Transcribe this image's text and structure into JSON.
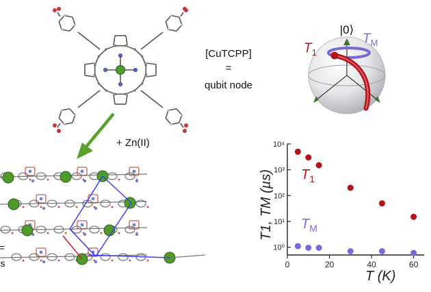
{
  "labels": {
    "compound": "[CuTCPP]",
    "equals": "=",
    "qubit_node": "qubit node",
    "reagent": "+ Zn(II)",
    "left_partial_equals": "=",
    "left_partial_s": "s"
  },
  "sphere": {
    "state_label": "|0⟩",
    "t1_symbol": "T",
    "t1_sub": "1",
    "tm_symbol": "T",
    "tm_sub": "M"
  },
  "colors": {
    "t1": "#b3141c",
    "tm": "#7b68d6",
    "arrow": "#5aa12b",
    "metal": "#4e9a2a",
    "framework_line": "#3c3cff",
    "framework_line_short": "#d0202a"
  },
  "chart_data": {
    "type": "scatter",
    "xlabel": "T (K)",
    "ylabel": "T1, TM (µs)",
    "x_scale": "linear",
    "y_scale": "log",
    "xlim": [
      0,
      65
    ],
    "ylim": [
      0.5,
      10000
    ],
    "xticks": [
      0,
      20,
      40,
      60
    ],
    "yticks": [
      1,
      10,
      100,
      1000,
      10000
    ],
    "ytick_labels": [
      "10⁰",
      "10¹",
      "10²",
      "10³",
      "10⁴"
    ],
    "series": [
      {
        "name": "T1",
        "color": "#b3141c",
        "x": [
          5,
          10,
          15,
          30,
          45,
          60
        ],
        "y": [
          5000,
          3000,
          1500,
          200,
          50,
          15
        ]
      },
      {
        "name": "TM",
        "color": "#7b68d6",
        "x": [
          5,
          10,
          15,
          30,
          45,
          60
        ],
        "y": [
          1.1,
          0.95,
          0.95,
          0.7,
          0.7,
          0.6
        ]
      }
    ]
  }
}
